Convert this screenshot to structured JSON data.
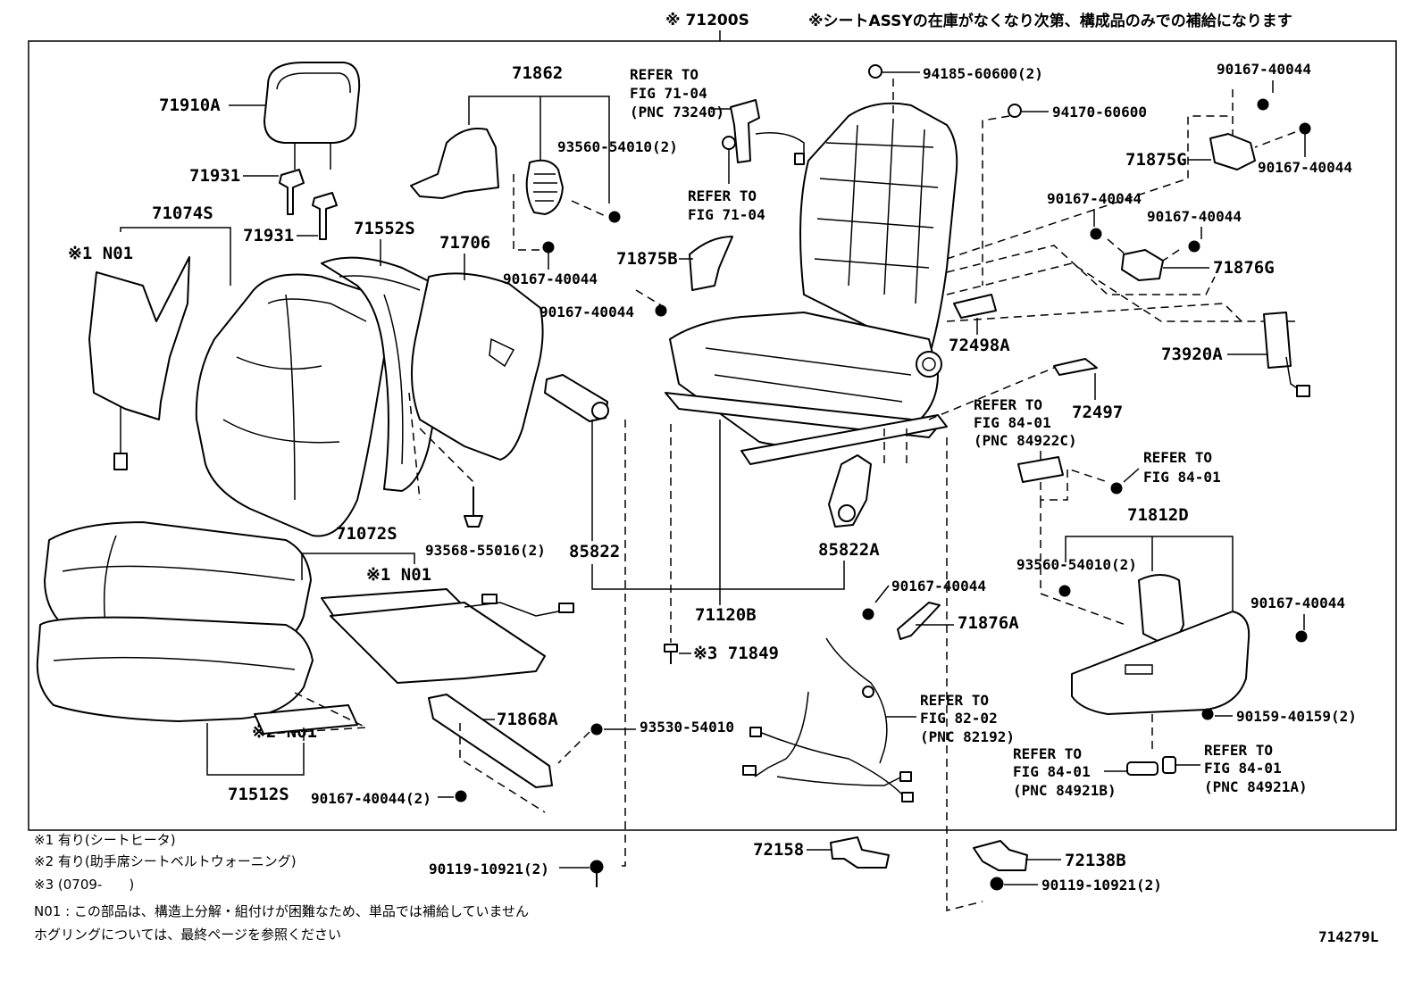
{
  "header": {
    "assy_code": "※ 71200S",
    "notice": "※シートASSYの在庫がなくなり次第、構成品のみでの補給になります"
  },
  "labels": {
    "p71910A": "71910A",
    "p71931a": "71931",
    "p71931b": "71931",
    "p71074S": "71074S",
    "n01_heater_back": "※1 N01",
    "p71552S": "71552S",
    "p71706": "71706",
    "p71862": "71862",
    "p93560_54010_2a": "93560-54010(2)",
    "p90167_40044_a": "90167-40044",
    "p90167_40044_b": "90167-40044",
    "p71875B": "71875B",
    "ref_73240_1": "REFER TO",
    "ref_73240_2": "FIG 71-04",
    "ref_73240_3": "(PNC 73240)",
    "ref_7104_1": "REFER TO",
    "ref_7104_2": "FIG 71-04",
    "p94185": "94185-60600(2)",
    "p94170": "94170-60600",
    "p90167_40044_c": "90167-40044",
    "p71875G": "71875G",
    "p90167_40044_d": "90167-40044",
    "p90167_40044_e": "90167-40044",
    "p90167_40044_f": "90167-40044",
    "p71876G": "71876G",
    "p72498A": "72498A",
    "p73920A": "73920A",
    "p72497": "72497",
    "ref_84922_1": "REFER TO",
    "ref_84922_2": "FIG 84-01",
    "ref_84922_3": "(PNC 84922C)",
    "ref_8401_1": "REFER TO",
    "ref_8401_2": "FIG 84-01",
    "p71812D": "71812D",
    "p93560_54010_2b": "93560-54010(2)",
    "p90167_40044_g": "90167-40044",
    "p90159": "90159-40159(2)",
    "ref_84921B_1": "REFER TO",
    "ref_84921B_2": "FIG 84-01",
    "ref_84921B_3": "(PNC 84921B)",
    "ref_84921A_1": "REFER TO",
    "ref_84921A_2": "FIG 84-01",
    "ref_84921A_3": "(PNC 84921A)",
    "p85822": "85822",
    "p85822A": "85822A",
    "p71120B": "71120B",
    "p93568": "93568-55016(2)",
    "p71072S": "71072S",
    "n01_heater_cushion": "※1 N01",
    "p90167_40044_h": "90167-40044",
    "p71876A": "71876A",
    "p71849": "※3 71849",
    "ref_82192_1": "REFER TO",
    "ref_82192_2": "FIG 82-02",
    "ref_82192_3": "(PNC 82192)",
    "p71868A": "71868A",
    "p93530": "93530-54010",
    "p90167_40044_2": "90167-40044(2)",
    "n01_warning": "※2 N01",
    "p71512S": "71512S",
    "p72158": "72158",
    "p72138B": "72138B",
    "p90119_a": "90119-10921(2)",
    "p90119_b": "90119-10921(2)"
  },
  "footnotes": {
    "note1": "※1 有り(シートヒータ)",
    "note2": "※2 有り(助手席シートベルトウォーニング)",
    "note3": "※3 (0709-　　)",
    "note_n01": "N01 : この部品は、構造上分解・組付けが困難なため、単品では補給していません",
    "note_hog": "ホグリングについては、最終ページを参照ください"
  },
  "diagram_code": "714279L"
}
